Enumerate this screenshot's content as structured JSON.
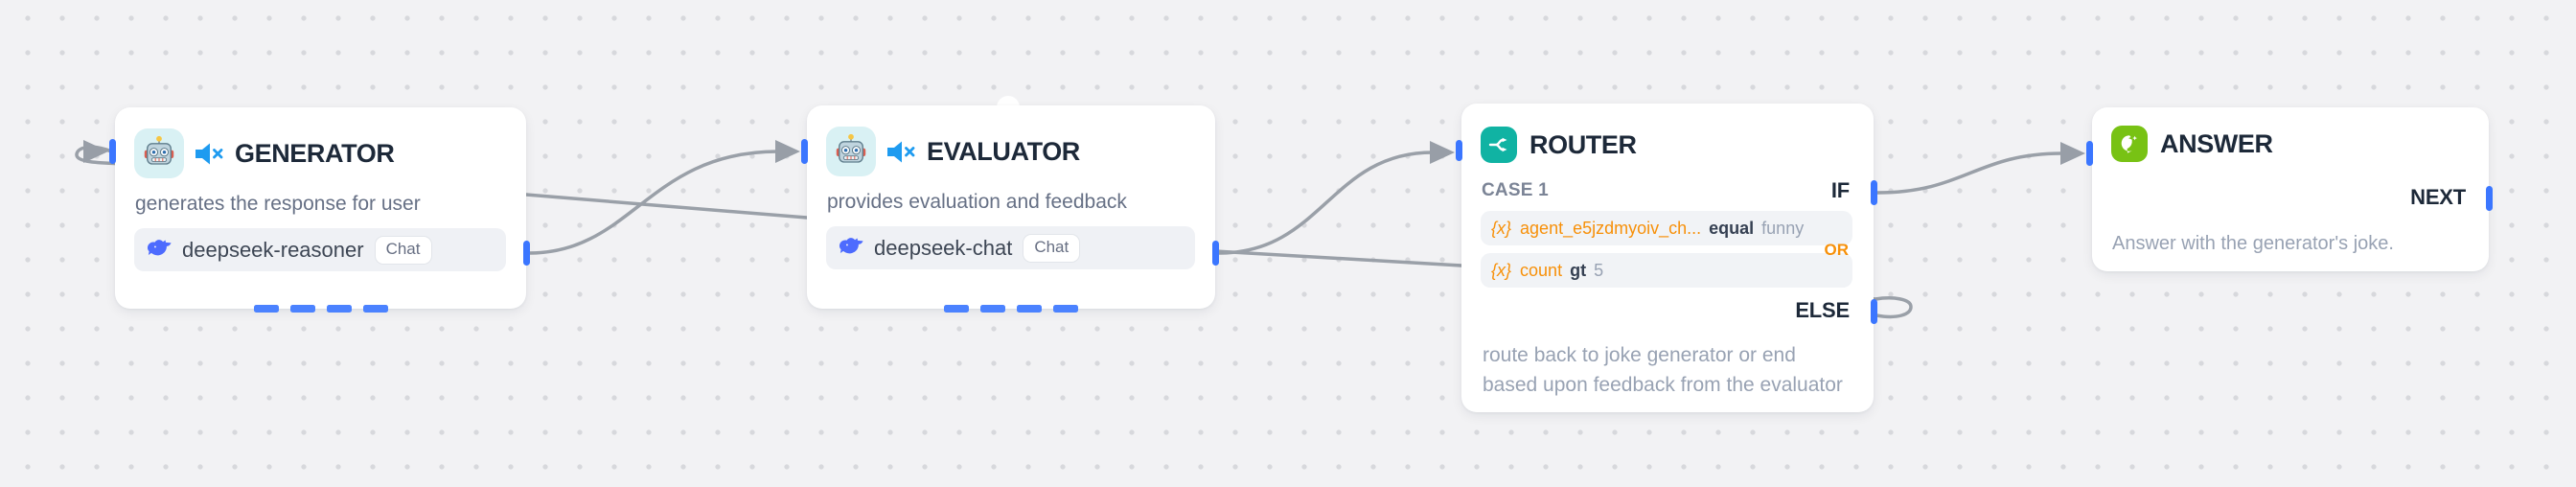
{
  "colors": {
    "canvas_bg": "#f2f2f4",
    "dot_grid": "#d7d8dc",
    "port_blue": "#3b76ff",
    "dash_blue": "#4b82ff",
    "edge_gray": "#9aa0a8",
    "condition_orange": "#f79009",
    "router_teal": "#10b3a3",
    "answer_green": "#78c214",
    "speaker_blue": "#1e9bf0",
    "deepseek_blue": "#4d6bfe"
  },
  "icons": {
    "generator": "robot-emoji-icon",
    "evaluator": "robot-emoji-icon",
    "mute": "muted-speaker-icon",
    "model_provider": "deepseek-whale-icon",
    "router": "branch-split-icon",
    "answer": "chat-bubble-sparkle-icon"
  },
  "generator": {
    "title": "GENERATOR",
    "description": "generates the response for user",
    "model": {
      "name": "deepseek-reasoner",
      "type_badge": "Chat"
    }
  },
  "evaluator": {
    "title": "EVALUATOR",
    "description": "provides evaluation and feedback",
    "model": {
      "name": "deepseek-chat",
      "type_badge": "Chat"
    }
  },
  "router": {
    "title": "ROUTER",
    "case_label": "CASE 1",
    "if_label": "IF",
    "or_label": "OR",
    "else_label": "ELSE",
    "conditions": [
      {
        "var_prefix": "{x}",
        "var": "agent_e5jzdmyoiv_ch...",
        "operator": "equal",
        "value": "funny"
      },
      {
        "var_prefix": "{x}",
        "var": "count",
        "operator": "gt",
        "value": "5"
      }
    ],
    "description": "route back to joke generator or end based upon feedback from the evaluator"
  },
  "answer": {
    "title": "ANSWER",
    "next_label": "NEXT",
    "description": "Answer with the generator's joke."
  }
}
